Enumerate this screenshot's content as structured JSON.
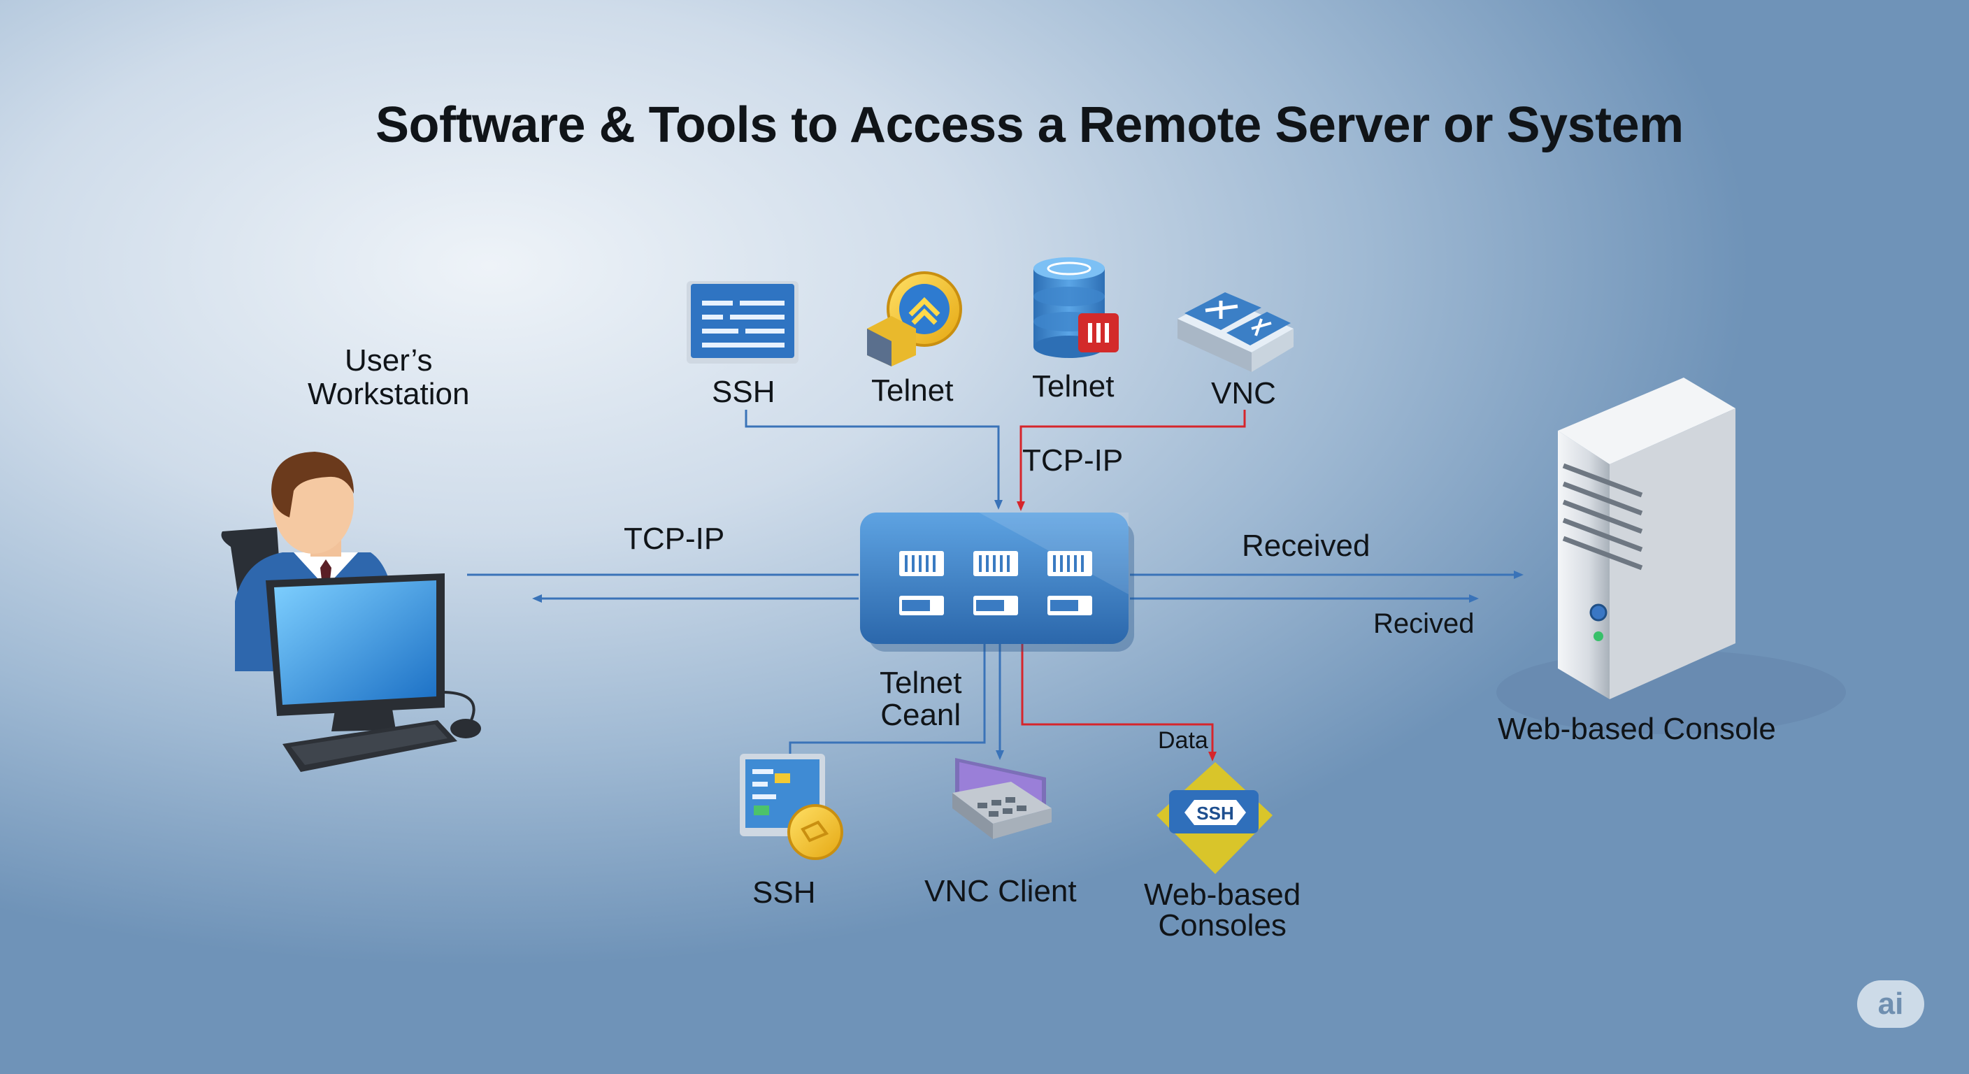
{
  "title": "Software & Tools to Access a Remote Server or System",
  "workstation_label": "User’s\nWorkstation",
  "top_tools": [
    "SSH",
    "Telnet",
    "Telnet",
    "VNC"
  ],
  "bottom_tools": [
    "SSH",
    "VNC Client",
    "Web-based\nConsoles"
  ],
  "server_label": "Web-based Console",
  "connections": {
    "top_tcp": "TCP-IP",
    "left_tcp": "TCP-IP",
    "received": "Received",
    "recived": "Recived",
    "telnet_ceanl": "Telnet\nCeanl",
    "data": "Data"
  },
  "ssh_badge_text": "SSH",
  "watermark": "ai",
  "colors": {
    "link_blue": "#3a73b8",
    "link_red": "#d6252b",
    "hub_blue": "#3f82c8"
  }
}
